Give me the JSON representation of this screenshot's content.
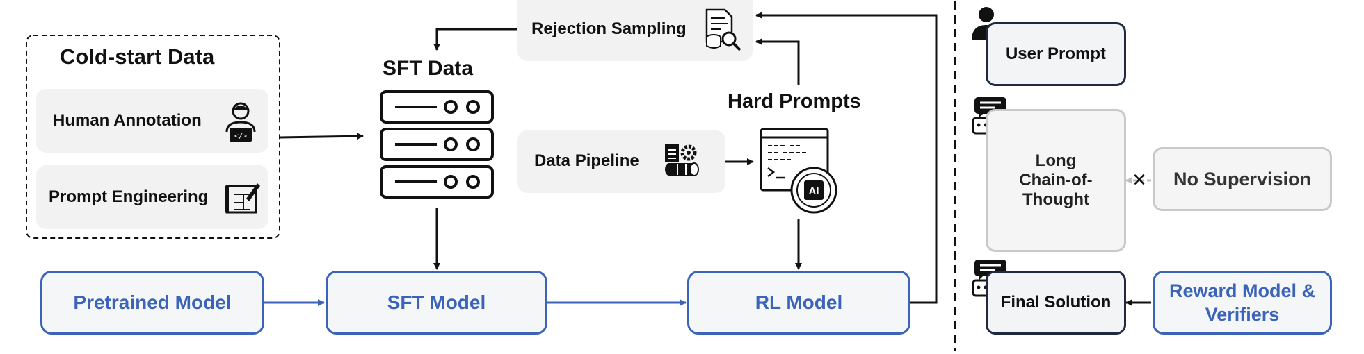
{
  "cold_start": {
    "title": "Cold-start Data",
    "items": [
      "Human Annotation",
      "Prompt Engineering"
    ]
  },
  "sft_data": {
    "title": "SFT Data"
  },
  "rejection_sampling": {
    "label": "Rejection Sampling"
  },
  "data_pipeline": {
    "label": "Data Pipeline"
  },
  "hard_prompts": {
    "title": "Hard Prompts",
    "chip_text": "AI"
  },
  "models": {
    "pretrained": "Pretrained Model",
    "sft": "SFT Model",
    "rl": "RL Model"
  },
  "right_panel": {
    "user_prompt": "User Prompt",
    "long_cot": "Long\nChain-of-\nThought",
    "no_supervision": "No Supervision",
    "final_solution": "Final Solution",
    "reward_model": "Reward Model &\nVerifiers",
    "cross_mark": "✕"
  },
  "colors": {
    "accent_blue": "#3b63b8",
    "dark_border": "#1e2a40",
    "faint_border": "#c9c9c9",
    "panel_grey": "#f2f2f2"
  }
}
